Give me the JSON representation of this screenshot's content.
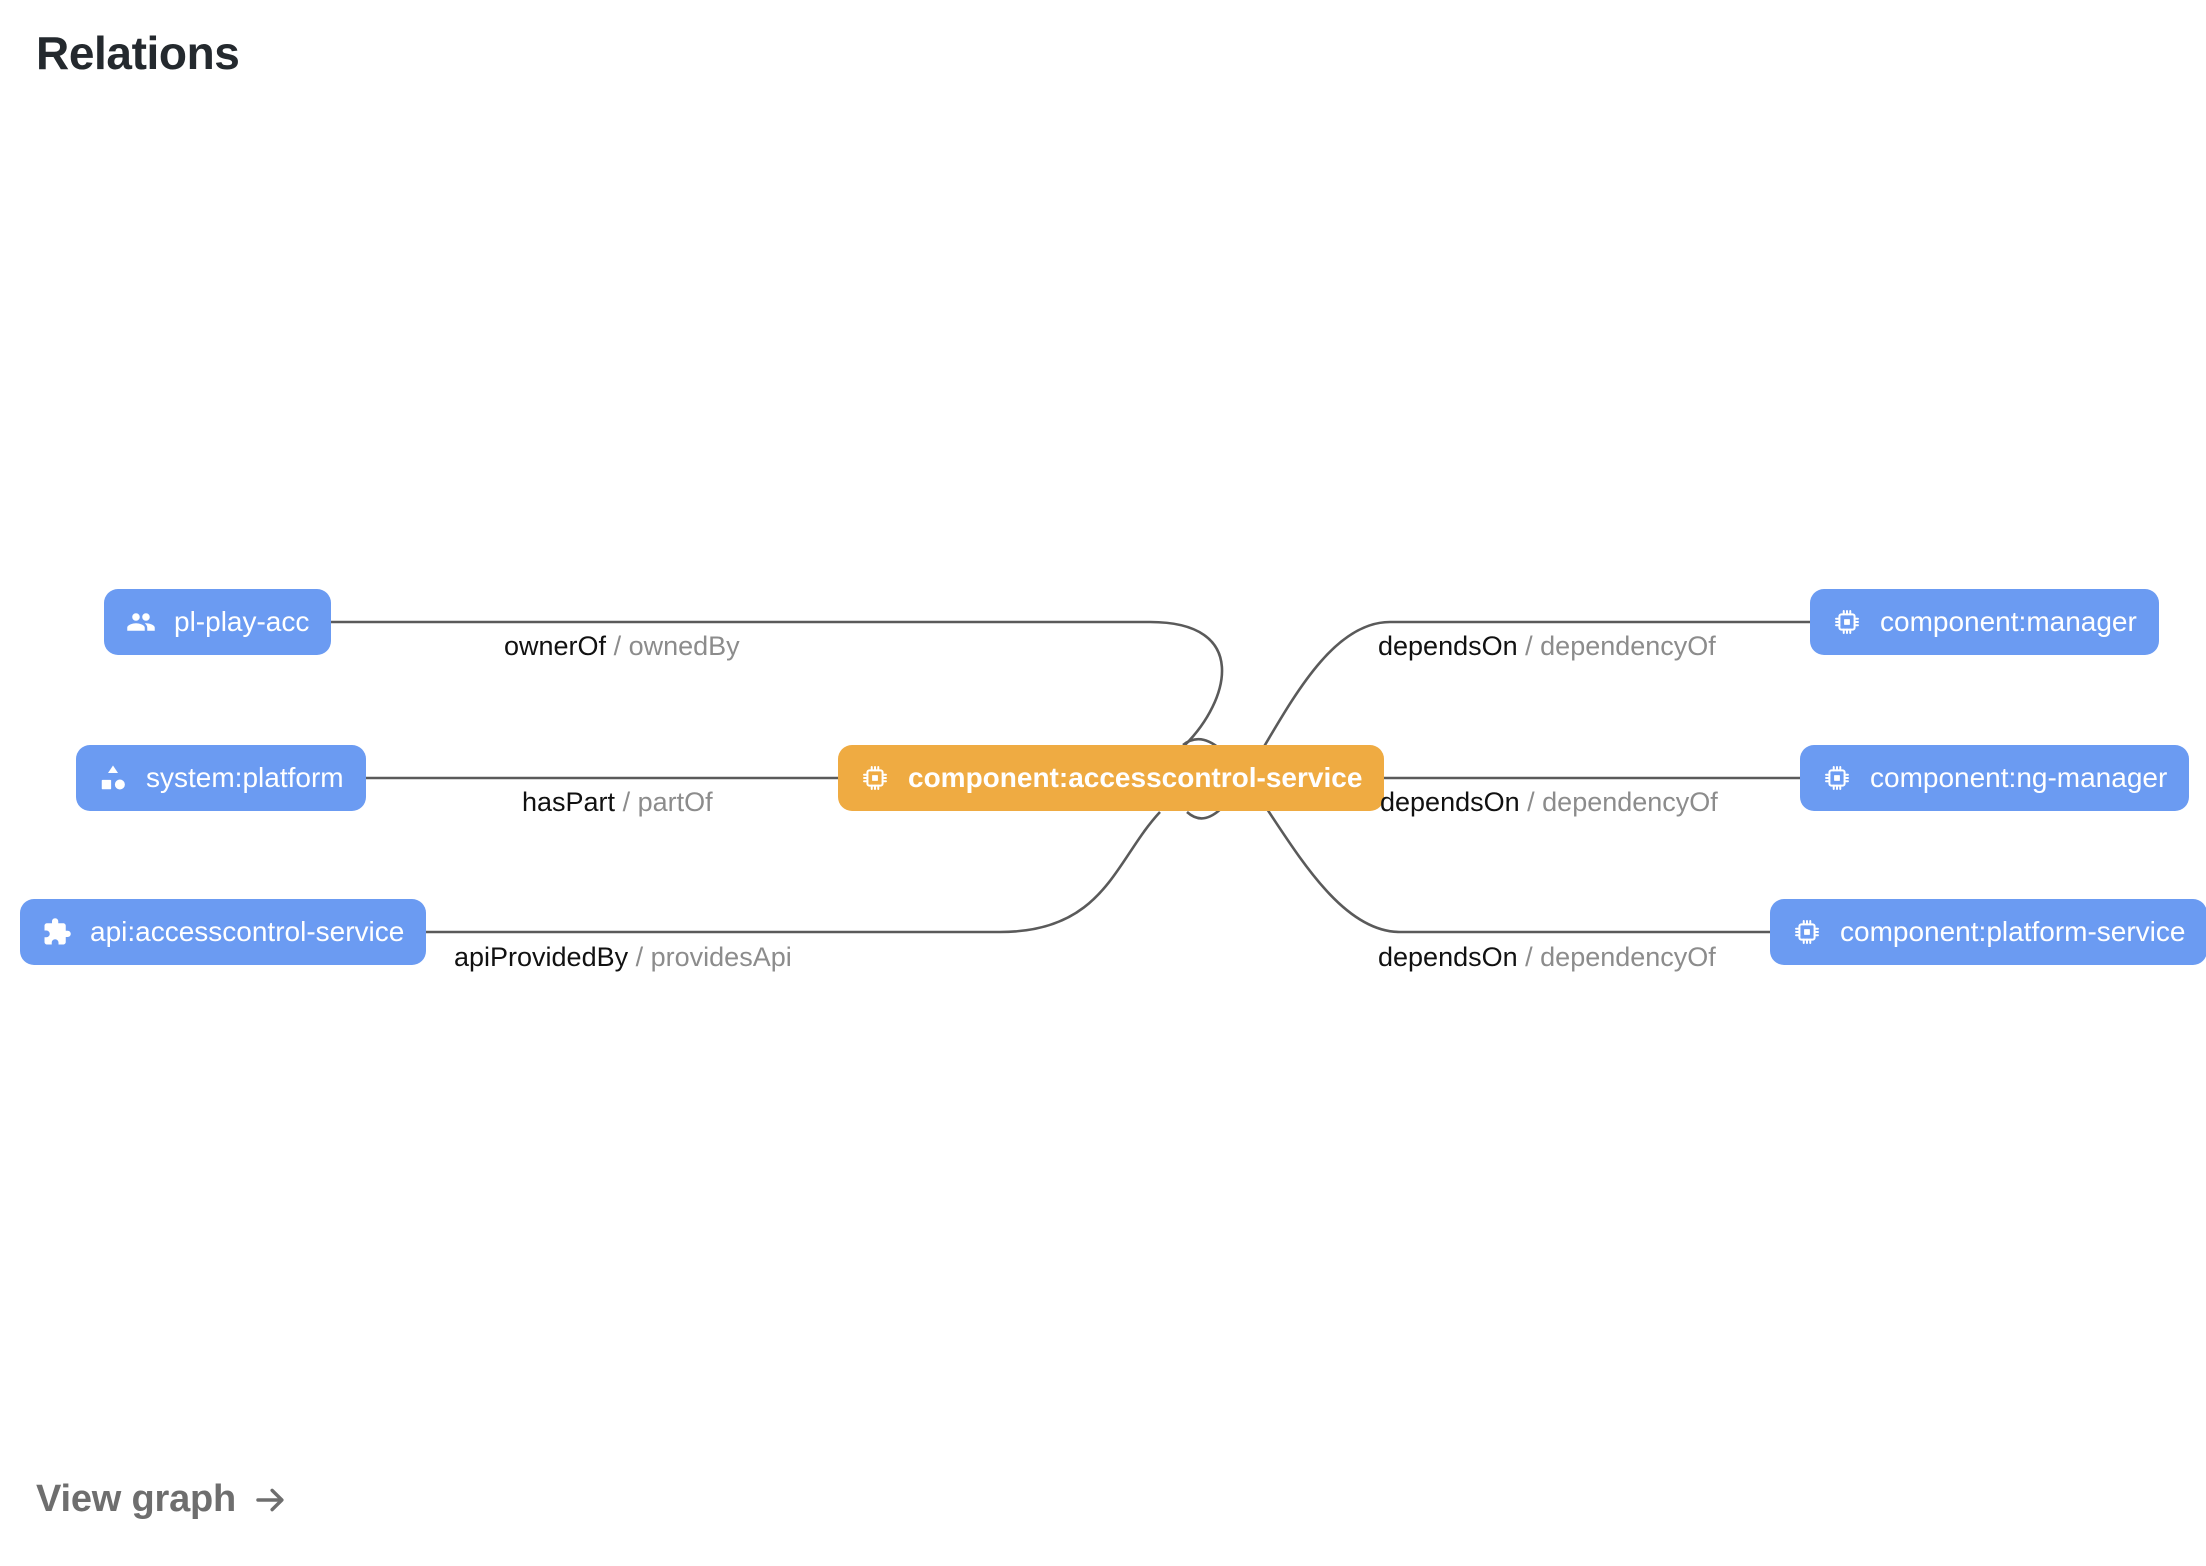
{
  "page": {
    "title": "Relations",
    "background_color": "#ffffff",
    "title_color": "#24292e"
  },
  "colors": {
    "node_blue": "#6b9bf2",
    "node_orange": "#efab42",
    "edge_stroke": "#5a5a5a",
    "label_primary": "#111111",
    "label_secondary": "#8c8c8c",
    "link_color": "#6e6e6e"
  },
  "graph": {
    "center_node": {
      "id": "component:accesscontrol-service",
      "label": "component:accesscontrol-service",
      "icon": "cpu-chip-icon",
      "kind": "component",
      "color": "#efab42",
      "highlighted": true
    },
    "left_nodes": [
      {
        "id": "pl-play-acc",
        "label": "pl-play-acc",
        "icon": "group-people-icon",
        "kind": "group",
        "color": "#6b9bf2"
      },
      {
        "id": "system:platform",
        "label": "system:platform",
        "icon": "category-shapes-icon",
        "kind": "system",
        "color": "#6b9bf2"
      },
      {
        "id": "api:accesscontrol-service",
        "label": "api:accesscontrol-service",
        "icon": "puzzle-piece-icon",
        "kind": "api",
        "color": "#6b9bf2"
      }
    ],
    "right_nodes": [
      {
        "id": "component:manager",
        "label": "component:manager",
        "icon": "cpu-chip-icon",
        "kind": "component",
        "color": "#6b9bf2"
      },
      {
        "id": "component:ng-manager",
        "label": "component:ng-manager",
        "icon": "cpu-chip-icon",
        "kind": "component",
        "color": "#6b9bf2"
      },
      {
        "id": "component:platform-service",
        "label": "component:platform-service",
        "icon": "cpu-chip-icon",
        "kind": "component",
        "color": "#6b9bf2"
      }
    ],
    "edges": [
      {
        "from": "pl-play-acc",
        "to": "component:accesscontrol-service",
        "forward": "ownerOf",
        "separator": "/",
        "reverse": "ownedBy"
      },
      {
        "from": "system:platform",
        "to": "component:accesscontrol-service",
        "forward": "hasPart",
        "separator": "/",
        "reverse": "partOf"
      },
      {
        "from": "api:accesscontrol-service",
        "to": "component:accesscontrol-service",
        "forward": "apiProvidedBy",
        "separator": "/",
        "reverse": "providesApi"
      },
      {
        "from": "component:accesscontrol-service",
        "to": "component:manager",
        "forward": "dependsOn",
        "separator": "/",
        "reverse": "dependencyOf"
      },
      {
        "from": "component:accesscontrol-service",
        "to": "component:ng-manager",
        "forward": "dependsOn",
        "separator": "/",
        "reverse": "dependencyOf"
      },
      {
        "from": "component:accesscontrol-service",
        "to": "component:platform-service",
        "forward": "dependsOn",
        "separator": "/",
        "reverse": "dependencyOf"
      }
    ]
  },
  "footer": {
    "view_graph_label": "View graph",
    "arrow_icon": "arrow-right-icon"
  }
}
